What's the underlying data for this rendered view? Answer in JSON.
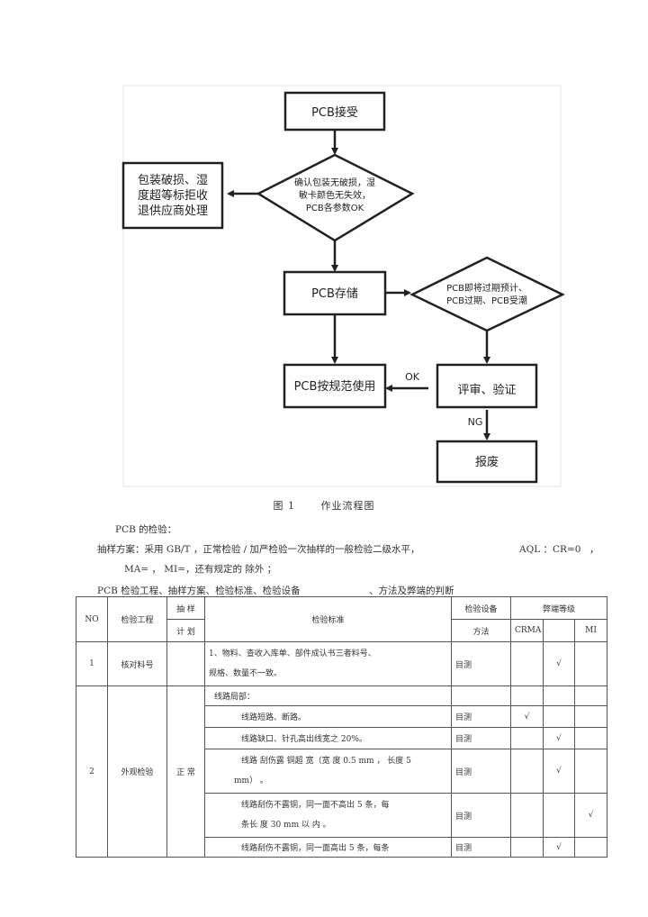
{
  "flowchart": {
    "receive": "PCB接受",
    "check": [
      "确认包装无破损，湿",
      "敏卡颜色无失效，",
      "PCB各参数OK"
    ],
    "reject": [
      "包装破损、湿",
      "度超等标拒收",
      "退供应商处理"
    ],
    "store": "PCB存储",
    "expire": [
      "PCB即将过期预计、",
      "PCB过期、PCB受潮"
    ],
    "review": "评审、验证",
    "use": "PCB按规范使用",
    "scrap": "报废",
    "ok_label": "OK",
    "ng_label": "NG"
  },
  "caption": {
    "fig_no": "图 1",
    "title": "作业流程图"
  },
  "text": {
    "inspect_heading": "PCB   的检验：",
    "sampling_a": "抽样方案：采用   GB/T   ，正常检验   / 加严检验一次抽样的一般检验二级水平，",
    "sampling_b": "AQL ：CR=0",
    "sampling_b_comma": "，",
    "sampling_c": "MA=  ，  MI=，还有规定的     除外 ；",
    "table_intro": "PCB   检验工程、抽样方案、检验标准、检验设备",
    "table_intro_b": "、方法及弊端的判断"
  },
  "table": {
    "headers": {
      "no": "NO",
      "process": "检验工程",
      "sampling_1": "抽 样",
      "sampling_2": "计 划",
      "standard": "检验标准",
      "equip_1": "检验设备",
      "equip_2": "方法",
      "defect": "弊端等级",
      "crma": "CRMA",
      "mi": "MI"
    },
    "rows": [
      {
        "no": "1",
        "process": "核对料号",
        "sampling": "",
        "standard_1": "1、物料、查收入库单、部件成认书三者料号、",
        "standard_2": "规格、数量不一致。",
        "method": "目测",
        "mark": "√"
      },
      {
        "no": "2",
        "process": "外观检验",
        "sampling": "正 常",
        "sub_header": "线路局部：",
        "items": [
          {
            "s1": "线路短路、断路。",
            "s2": "",
            "method": "目测",
            "mark": "√"
          },
          {
            "s1": "线路缺口、针孔高出线宽之 20%。",
            "s2": "",
            "method": "目测",
            "mark": "√"
          },
          {
            "s1": "线路 刮伤露 铜超 宽（宽 度 0.5 mm ，  长度 5",
            "s2": "mm）  。",
            "method": "目测",
            "mark": "√"
          },
          {
            "s1": "线路刮伤不露铜，同一面不高出 5 条，每",
            "s2": "条长 度 30 mm 以 内 。",
            "method": "目测",
            "mark": "√"
          },
          {
            "s1": "线路刮伤不露铜，同一面高出 5 条，每条",
            "s2": "",
            "method": "目测",
            "mark": "√"
          }
        ]
      }
    ]
  }
}
